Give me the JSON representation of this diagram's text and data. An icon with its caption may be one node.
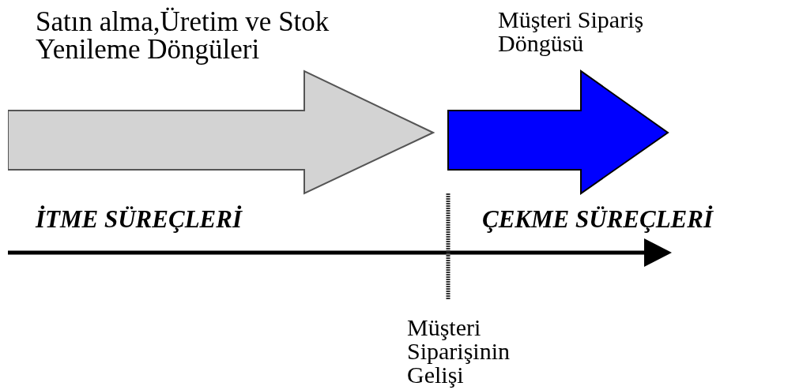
{
  "diagram": {
    "nodes": [
      {
        "text": [
          "Satın alma,Üretim ve Stok Yenileme Döngüleri"
        ]
      },
      {
        "text": [
          "Müşteri Sipariş Döngüsü"
        ]
      }
    ],
    "labels": [
      "İTME SÜREÇLERİ",
      "ÇEKME SÜREÇLERİ",
      "Müşteri Siparişinin Gelişi"
    ]
  }
}
